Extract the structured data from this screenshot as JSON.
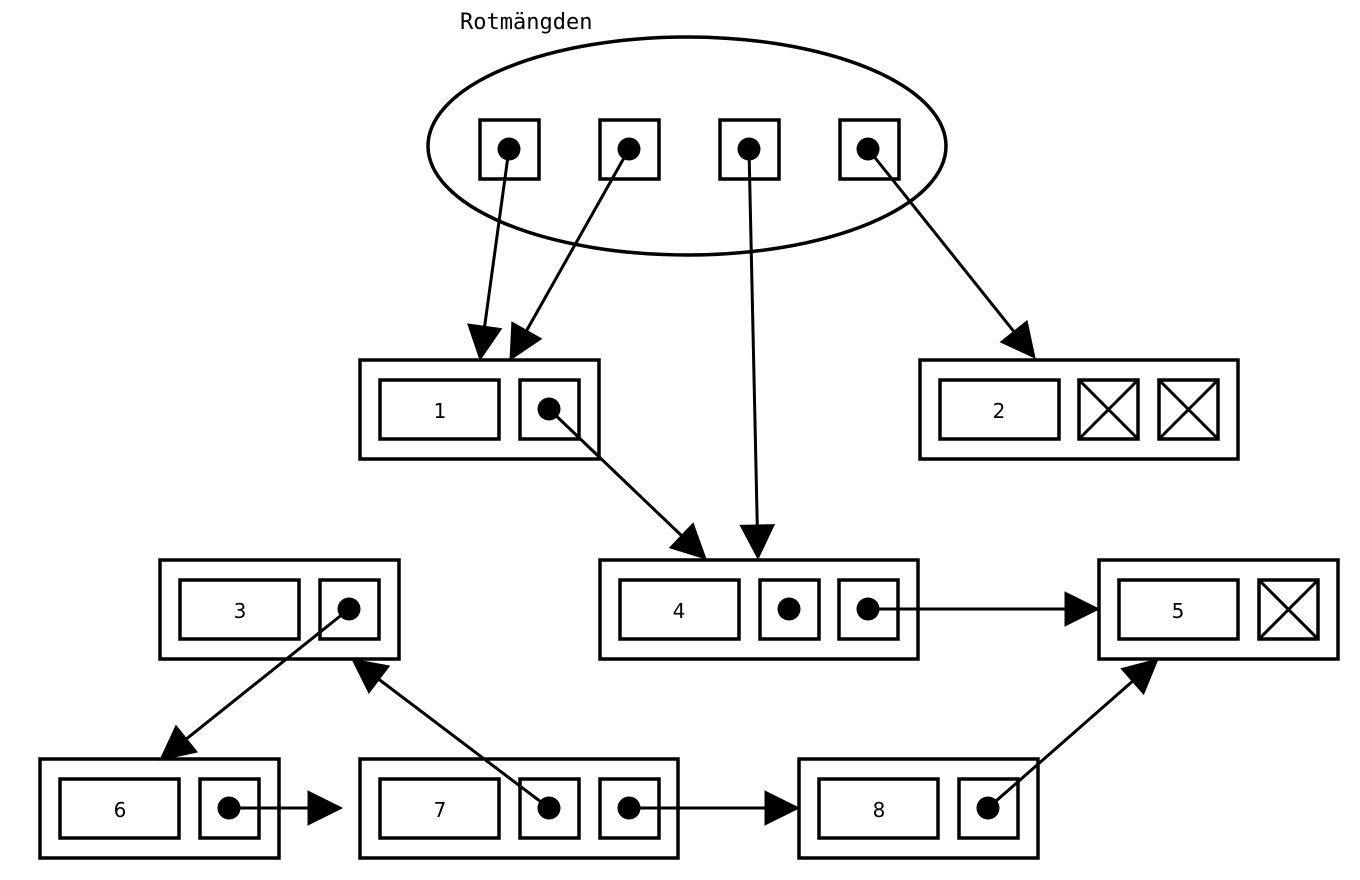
{
  "diagram": {
    "root_set": {
      "label": "Rotmängden",
      "pointer_count": 4
    },
    "nodes": [
      {
        "id": "1",
        "label": "1",
        "fields": [
          "pointer"
        ]
      },
      {
        "id": "2",
        "label": "2",
        "fields": [
          "null",
          "null"
        ]
      },
      {
        "id": "3",
        "label": "3",
        "fields": [
          "pointer"
        ]
      },
      {
        "id": "4",
        "label": "4",
        "fields": [
          "pointer-dangling",
          "pointer"
        ]
      },
      {
        "id": "5",
        "label": "5",
        "fields": [
          "null"
        ]
      },
      {
        "id": "6",
        "label": "6",
        "fields": [
          "pointer"
        ]
      },
      {
        "id": "7",
        "label": "7",
        "fields": [
          "pointer",
          "pointer"
        ]
      },
      {
        "id": "8",
        "label": "8",
        "fields": [
          "pointer"
        ]
      }
    ],
    "edges": [
      {
        "from": "root.0",
        "to": "1"
      },
      {
        "from": "root.1",
        "to": "1"
      },
      {
        "from": "root.2",
        "to": "4"
      },
      {
        "from": "root.3",
        "to": "2"
      },
      {
        "from": "1.0",
        "to": "4"
      },
      {
        "from": "4.1",
        "to": "5"
      },
      {
        "from": "3.0",
        "to": "6"
      },
      {
        "from": "6.0",
        "to": "7",
        "note": "stops short of target"
      },
      {
        "from": "7.0",
        "to": "3"
      },
      {
        "from": "7.1",
        "to": "8"
      },
      {
        "from": "8.0",
        "to": "5"
      }
    ]
  }
}
